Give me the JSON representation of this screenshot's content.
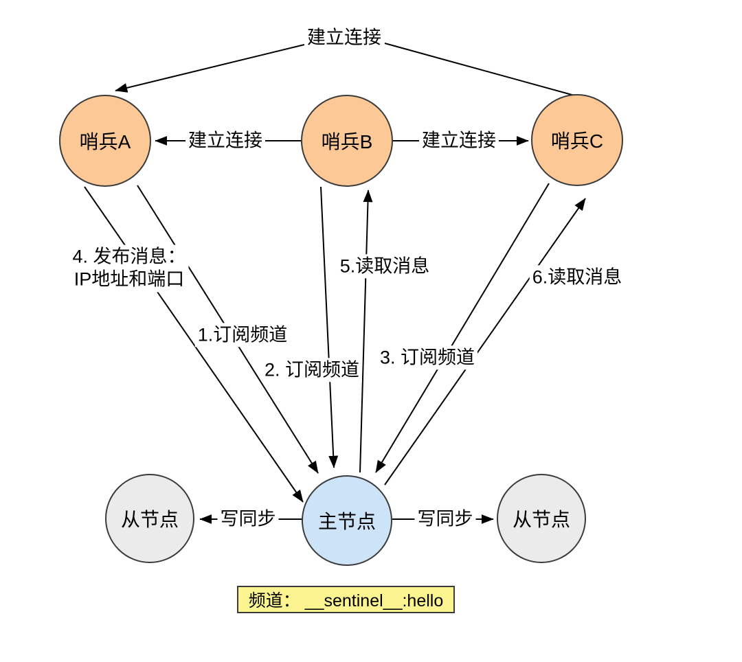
{
  "colors": {
    "sentinel-fill": "#FCC996",
    "master-fill": "#CDE3F8",
    "slave-fill": "#EBEBEB",
    "channel-bg": "#FBF491",
    "node-stroke": "#3B3B3B",
    "line-color": "#000000"
  },
  "diagram": {
    "nodes": {
      "sentinel_a": "哨兵A",
      "sentinel_b": "哨兵B",
      "sentinel_c": "哨兵C",
      "master": "主节点",
      "slave_left": "从节点",
      "slave_right": "从节点"
    },
    "edges": {
      "connect_top": "建立连接",
      "connect_ab": "建立连接",
      "connect_bc": "建立连接",
      "publish_line1": "4. 发布消息：",
      "publish_line2": "IP地址和端口",
      "subscribe1": "1.订阅频道",
      "subscribe2": "2. 订阅频道",
      "subscribe3": "3. 订阅频道",
      "read5": "5.读取消息",
      "read6": "6.读取消息",
      "sync_left": "写同步",
      "sync_right": "写同步"
    },
    "channel_label": "频道： __sentinel__:hello"
  }
}
